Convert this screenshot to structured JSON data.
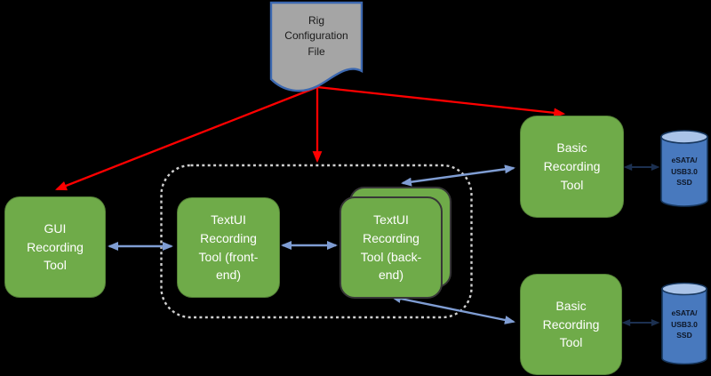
{
  "colors": {
    "background": "#000000",
    "node_green": "#6FAB49",
    "node_text": "#FFFFFF",
    "arrow_red": "#FF0000",
    "arrow_blue": "#7F9DD3",
    "arrow_dark": "#1C3050",
    "dashed_border": "#CFCFCF",
    "file_fill": "#A5A5A5",
    "file_border": "#3C68B0",
    "file_text": "#1A1A1A",
    "cylinder_fill": "#4879BE",
    "cylinder_top": "#A9C3E8",
    "cylinder_border": "#17375E",
    "cylinder_text": "#0D1626"
  },
  "config_file": {
    "label": "Rig Configuration File"
  },
  "nodes": {
    "gui": {
      "label": "GUI Recording Tool"
    },
    "frontend": {
      "label": "TextUI Recording Tool (front-end)"
    },
    "backend": {
      "label": "TextUI Recording Tool (back-end)"
    },
    "basic_top": {
      "label": "Basic Recording Tool"
    },
    "basic_bottom": {
      "label": "Basic Recording Tool"
    }
  },
  "storage": {
    "ssd_top": {
      "label": "eSATA/ USB3.0 SSD"
    },
    "ssd_bottom": {
      "label": "eSATA/ USB3.0 SSD"
    }
  },
  "connections": [
    {
      "from": "Rig Configuration File",
      "to": "GUI Recording Tool",
      "style": "red-arrow"
    },
    {
      "from": "Rig Configuration File",
      "to": "TextUI Recording Tool group",
      "style": "red-arrow"
    },
    {
      "from": "Rig Configuration File",
      "to": "Basic Recording Tool (top)",
      "style": "red-arrow"
    },
    {
      "from": "GUI Recording Tool",
      "to": "TextUI Recording Tool (front-end)",
      "style": "blue-double-arrow"
    },
    {
      "from": "TextUI Recording Tool (front-end)",
      "to": "TextUI Recording Tool (back-end)",
      "style": "blue-double-arrow"
    },
    {
      "from": "TextUI Recording Tool (back-end)",
      "to": "Basic Recording Tool (top)",
      "style": "blue-double-arrow"
    },
    {
      "from": "TextUI Recording Tool (back-end)",
      "to": "Basic Recording Tool (bottom)",
      "style": "blue-double-arrow"
    },
    {
      "from": "Basic Recording Tool (top)",
      "to": "eSATA/USB3.0 SSD (top)",
      "style": "dark-double-arrow"
    },
    {
      "from": "Basic Recording Tool (bottom)",
      "to": "eSATA/USB3.0 SSD (bottom)",
      "style": "dark-double-arrow"
    }
  ]
}
